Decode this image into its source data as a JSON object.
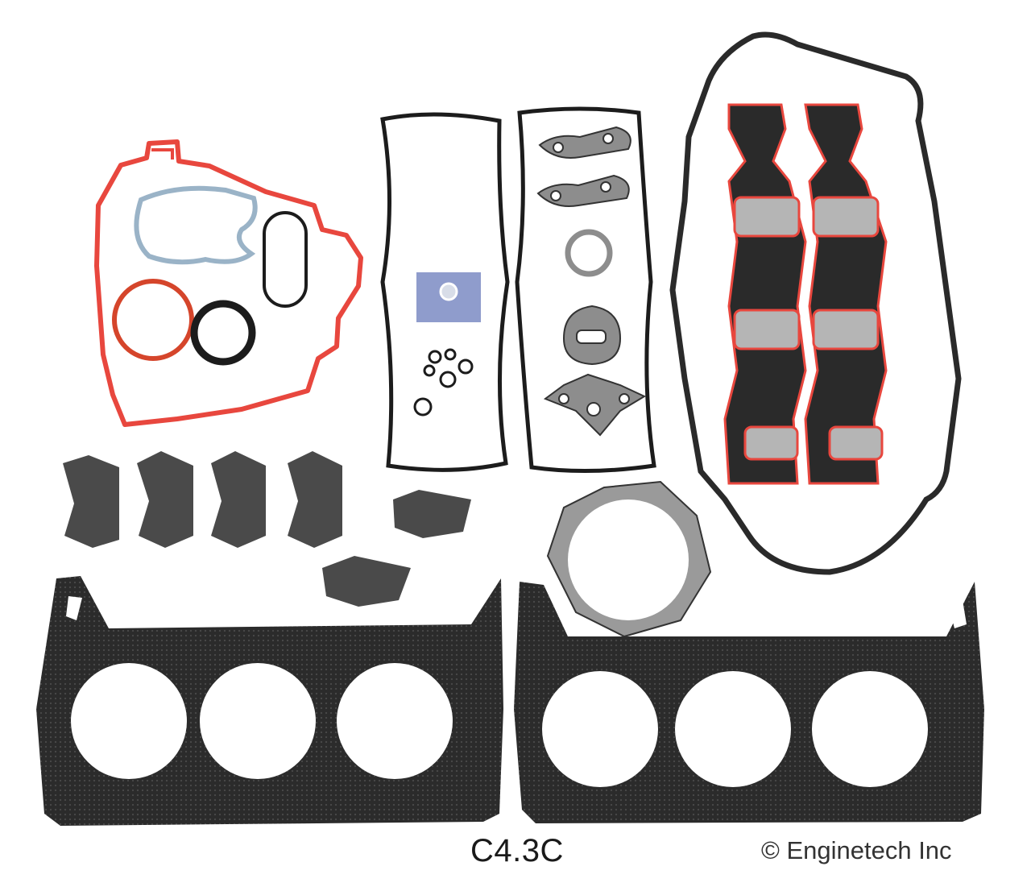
{
  "caption": {
    "part_number": "C4.3C",
    "copyright": "© Enginetech Inc"
  },
  "colors": {
    "background": "#ffffff",
    "gasket_dark": "#2a2a2a",
    "gasket_gray": "#8d8d8d",
    "silicone_red": "#e8473e",
    "silicone_blue": "#9ab3c7",
    "seal_black": "#1c1c1c",
    "packet_blue": "#8f9ccc"
  },
  "parts": [
    "timing-cover-gasket",
    "water-pump-seal",
    "o-ring-red",
    "o-ring-black",
    "oval-seal",
    "valve-cover-gasket-left",
    "valve-cover-gasket-right",
    "seal-packet",
    "small-o-rings",
    "egr-gaskets",
    "thermostat-gasket",
    "oil-pan-gasket",
    "intake-manifold-gaskets",
    "exhaust-manifold-gaskets",
    "octagon-gasket",
    "head-gasket-left",
    "head-gasket-right"
  ]
}
